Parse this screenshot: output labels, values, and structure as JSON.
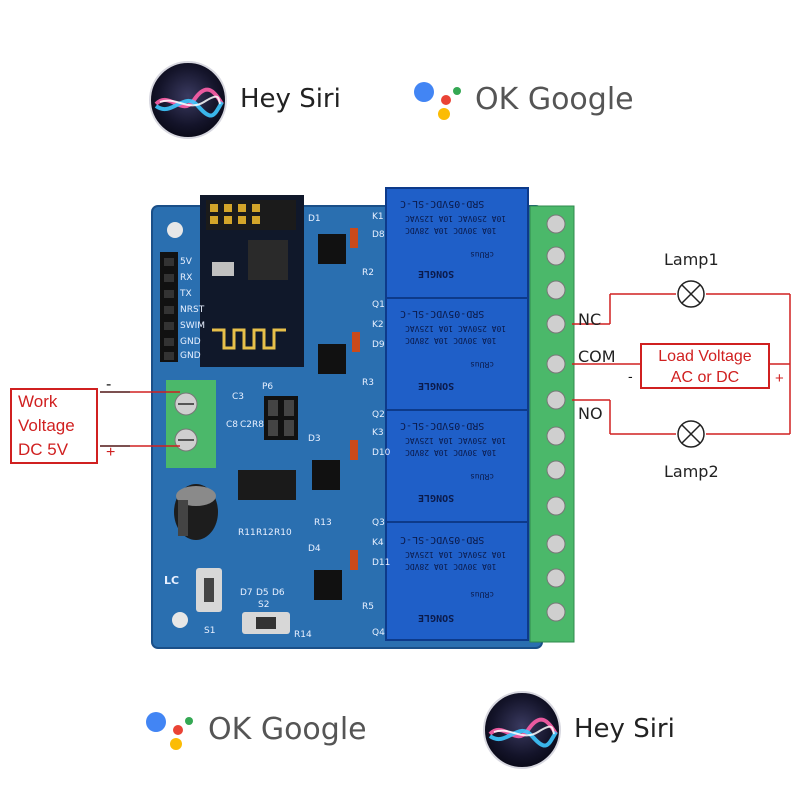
{
  "top": {
    "siri_label": "Hey Siri",
    "google_label": "OK Google"
  },
  "bottom": {
    "siri_label": "Hey Siri",
    "google_label": "OK Google"
  },
  "left_box": {
    "line1": "Work",
    "line2": "Voltage",
    "line3": "DC 5V",
    "minus": "-",
    "plus": "+"
  },
  "right_box": {
    "line1": "Load Voltage",
    "line2": "AC or DC",
    "minus": "-",
    "plus": "+"
  },
  "terminals": {
    "nc": "NC",
    "com": "COM",
    "no": "NO"
  },
  "lamps": {
    "lamp1": "Lamp1",
    "lamp2": "Lamp2"
  },
  "board": {
    "pins": [
      "5V",
      "RX",
      "TX",
      "NRST",
      "SWIM",
      "GND",
      "GND"
    ],
    "relay_top": "SRD-05VDC-SL-C",
    "relay_spec1": "10A 250VAC  10A 125VAC",
    "relay_spec2": "10A 30VDC  10A 28VDC",
    "relay_brand": "SONGLE",
    "relay_cert": "cRUus",
    "labels": {
      "lc": "LC",
      "s1": "S1",
      "s2": "S2",
      "p6": "P6",
      "r11": "R11",
      "r12": "R12",
      "r10": "R10",
      "d7": "D7",
      "d5": "D5",
      "d6": "D6",
      "r13": "R13",
      "r14": "R14",
      "q1": "Q1",
      "q2": "Q2",
      "q3": "Q3",
      "q4": "Q4",
      "k1": "K1",
      "k2": "K2",
      "k3": "K3",
      "k4": "K4",
      "d8": "D8",
      "d9": "D9",
      "d10": "D10",
      "d11": "D11",
      "r2": "R2",
      "r3": "R3",
      "r5": "R5",
      "c3": "C3",
      "c8": "C8",
      "c2": "C2",
      "r8": "R8",
      "d1": "D1",
      "d3": "D3",
      "d4": "D4"
    }
  },
  "colors": {
    "board": "#2a6fb0",
    "terminal": "#4bb86a",
    "relay": "#1f5fc8",
    "annotation": "#d02020"
  }
}
